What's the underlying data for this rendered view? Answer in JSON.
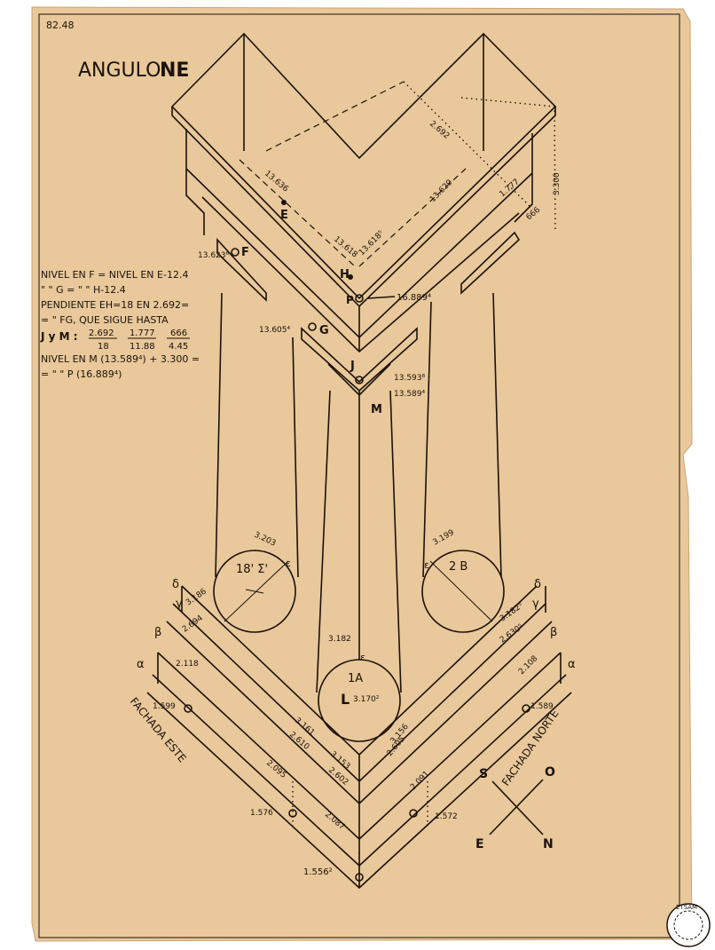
{
  "sheet": {
    "archive_number": "82.48",
    "title_left": "ANGULO",
    "title_right": "NE",
    "stamp_text": "ETSAM",
    "paper_color": "#e9c89b",
    "ink_color": "#1b120a"
  },
  "notes": {
    "line1": "NIVEL EN F = NIVEL EN E-12.4",
    "line2": "\"     \" G =   \"       \" H-12.4",
    "line3": "PENDIENTE EH=18 EN 2.692=",
    "line4": "=    \"       FG, QUE SIGUE HASTA",
    "line5_a": "J y M :",
    "frac1_num": "2.692",
    "frac1_den": "18",
    "frac2_num": "1.777",
    "frac2_den": "11.88",
    "frac3_num": "666",
    "frac3_den": "4.45",
    "line6": "NIVEL EN M (13.589⁴) + 3.300 =",
    "line7": "=   \"    \"   P (16.889⁴)"
  },
  "points": {
    "E": "E",
    "F": "F",
    "G": "G",
    "H": "H",
    "P": "P",
    "J": "J",
    "M": "M",
    "L": "L",
    "col_1A": "1A",
    "col_2B": "2 B",
    "col_18": "18' Σ'",
    "eps": "ε",
    "alpha": "α",
    "beta": "β",
    "gamma": "γ",
    "delta": "δ"
  },
  "levels": {
    "E": "13.636",
    "H1": "13.618",
    "H2": "13.618⁵",
    "right": "13.629",
    "F": "13.623⁶",
    "G": "13.605⁴",
    "J": "13.593⁸",
    "M": "13.589⁴",
    "P": "16.889⁴",
    "d_2692": "2.692",
    "d_1777": "1.777",
    "d_666": "666",
    "d_3300": "3.300",
    "col18": "3.203",
    "col2B": "3.199",
    "col1A": "3.182",
    "L": "3.170²",
    "left_delta": "3.186",
    "left_beta": "2.694",
    "left_alpha": "2.118",
    "left_base": "1.599",
    "right_delta": "3.182⁵",
    "right_beta": "2.630⁵",
    "right_alpha": "2.108",
    "right_base": "1.589",
    "c1": "3.161",
    "c2": "2.610",
    "c3": "3.153",
    "c4": "2.602",
    "c5": "3.156",
    "c6": "2.605",
    "c7": "2.095",
    "c8": "2.091",
    "b_left": "1.576",
    "b_center": "2.087",
    "b_right": "1.572",
    "b_bottom": "1.556²"
  },
  "facades": {
    "east": "FACHADA ESTE",
    "north": "FACHADA NORTE"
  },
  "compass": {
    "S": "S",
    "O": "O",
    "E": "E",
    "N": "N"
  }
}
